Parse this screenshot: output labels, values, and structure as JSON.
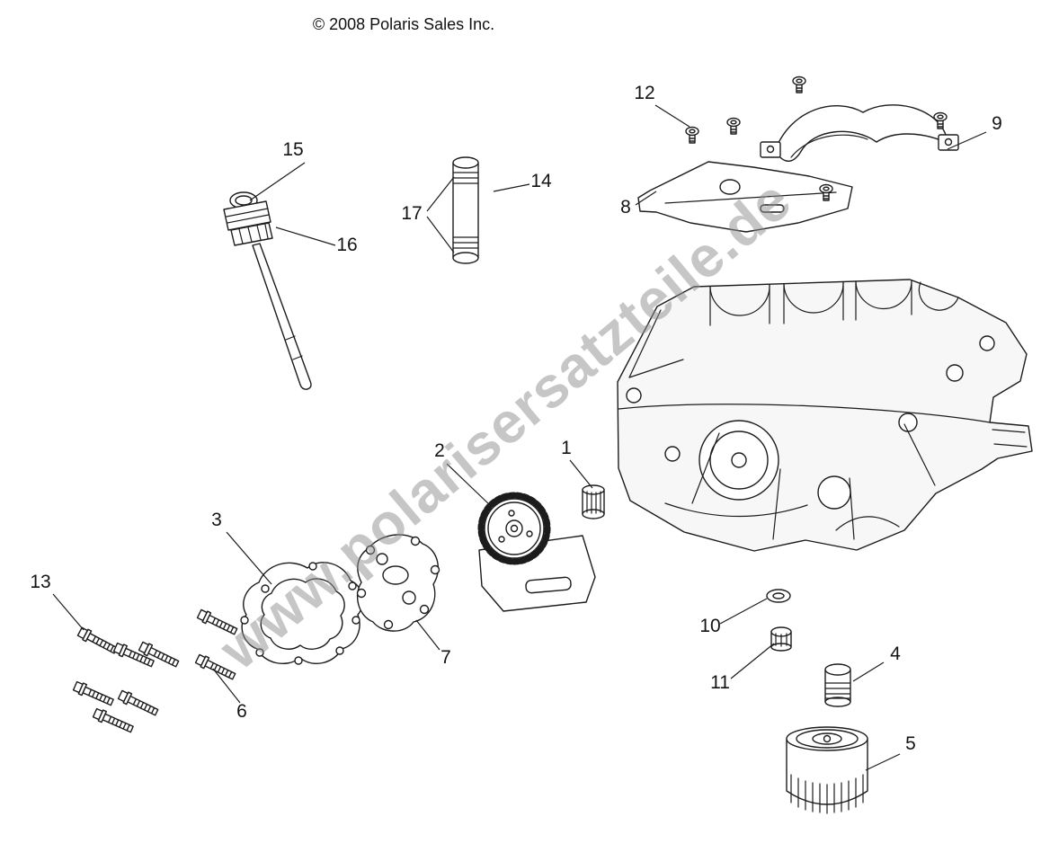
{
  "copyright": "© 2008 Polaris Sales Inc.",
  "watermark": "www.polarisersatzteile.de",
  "callouts": [
    {
      "label": "1"
    },
    {
      "label": "2"
    },
    {
      "label": "3"
    },
    {
      "label": "4"
    },
    {
      "label": "5"
    },
    {
      "label": "6"
    },
    {
      "label": "7"
    },
    {
      "label": "8"
    },
    {
      "label": "9"
    },
    {
      "label": "10"
    },
    {
      "label": "11"
    },
    {
      "label": "12"
    },
    {
      "label": "13"
    },
    {
      "label": "14"
    },
    {
      "label": "15"
    },
    {
      "label": "16"
    },
    {
      "label": "17"
    }
  ]
}
